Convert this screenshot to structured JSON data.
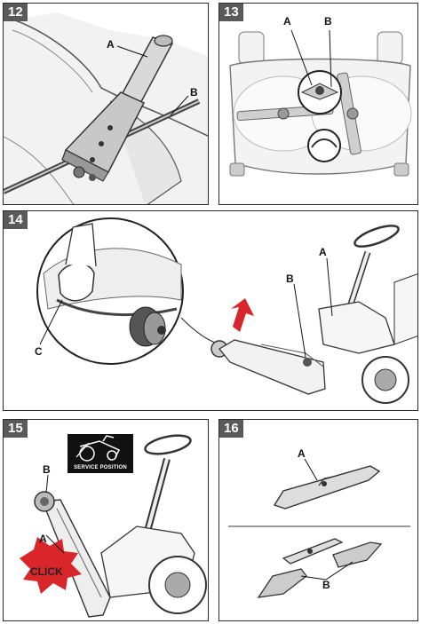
{
  "panels": {
    "p12": {
      "number": "12",
      "labels": {
        "a": "A",
        "b": "B"
      }
    },
    "p13": {
      "number": "13",
      "labels": {
        "a": "A",
        "b": "B"
      }
    },
    "p14": {
      "number": "14",
      "labels": {
        "a": "A",
        "b": "B",
        "c": "C"
      }
    },
    "p15": {
      "number": "15",
      "labels": {
        "a": "A",
        "b": "B"
      },
      "badge_text": "SERVICE POSITION",
      "click_text": "CLICK"
    },
    "p16": {
      "number": "16",
      "labels": {
        "a": "A",
        "b": "B"
      }
    }
  },
  "colors": {
    "accent_red": "#d8262a",
    "frame": "#2b2b2b",
    "number_tab": "#5a5a5a",
    "light_gray": "#e6e6e6"
  },
  "icons": [
    "tractor-icon",
    "up-arrow-icon",
    "click-burst-icon"
  ]
}
